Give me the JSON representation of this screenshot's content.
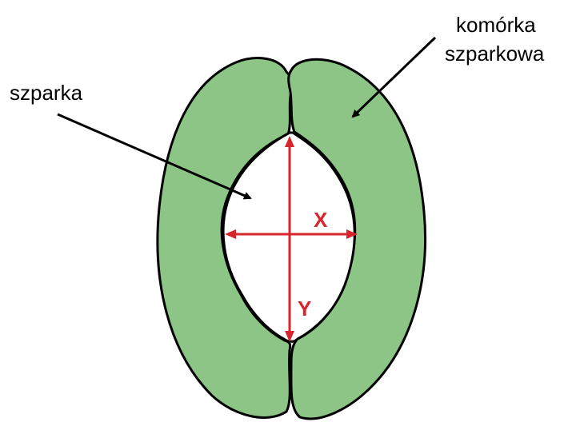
{
  "labels": {
    "pore": "szparka",
    "guard_cell_line1": "komórka",
    "guard_cell_line2": "szparkowa",
    "width_axis": "X",
    "length_axis": "Y"
  },
  "colors": {
    "guard_cell_fill": "#8cc585",
    "outline": "#000000",
    "measure": "#d7252b",
    "pore_fill": "#ffffff",
    "background": "#ffffff"
  }
}
